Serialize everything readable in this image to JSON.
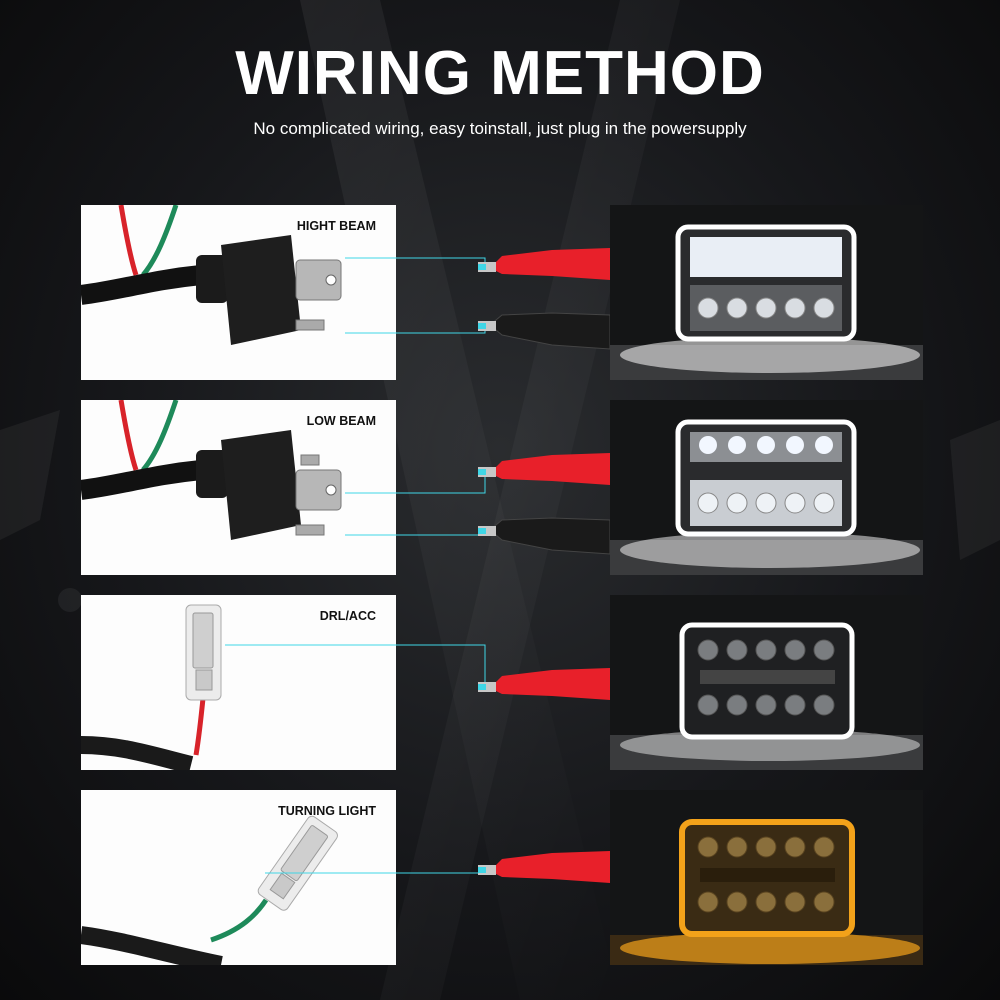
{
  "header": {
    "title": "WIRING METHOD",
    "subtitle": "No complicated wiring, easy toinstall, just plug in the powersupply"
  },
  "rows": [
    {
      "label": "HIGHT BEAM"
    },
    {
      "label": "LOW BEAM"
    },
    {
      "label": "DRL/ACC"
    },
    {
      "label": "TURNING LIGHT"
    }
  ],
  "colors": {
    "connector_line": "#3fd6e6",
    "red_clip": "#e8202a",
    "black_clip": "#1a1a1a",
    "turn_amber": "#f3a21a"
  }
}
